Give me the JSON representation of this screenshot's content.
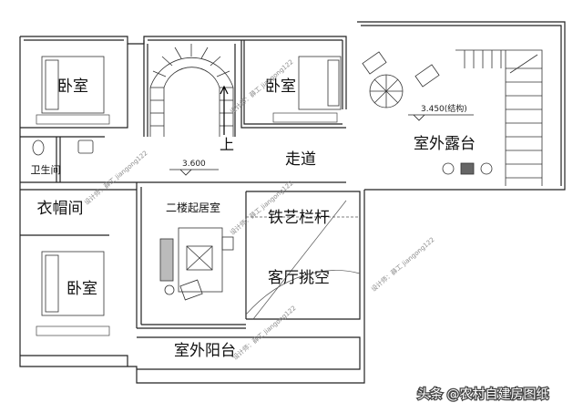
{
  "rooms": {
    "bedroom_top_left": "卧室",
    "bedroom_top_right": "卧室",
    "bathroom": "卫生间",
    "cloakroom": "衣帽间",
    "bedroom_bottom_left": "卧室",
    "living_room_2f": "二楼起居室",
    "iron_railing": "铁艺栏杆",
    "living_void": "客厅挑空",
    "corridor": "走道",
    "outdoor_terrace": "室外露台",
    "outdoor_balcony": "室外阳台"
  },
  "labels": {
    "stair_up": "上",
    "level_corridor": "3.600",
    "level_terrace": "3.450(结构)"
  },
  "watermark": "设计师：薛工 jiangong122",
  "credit": "头条 @农村自建房图纸"
}
